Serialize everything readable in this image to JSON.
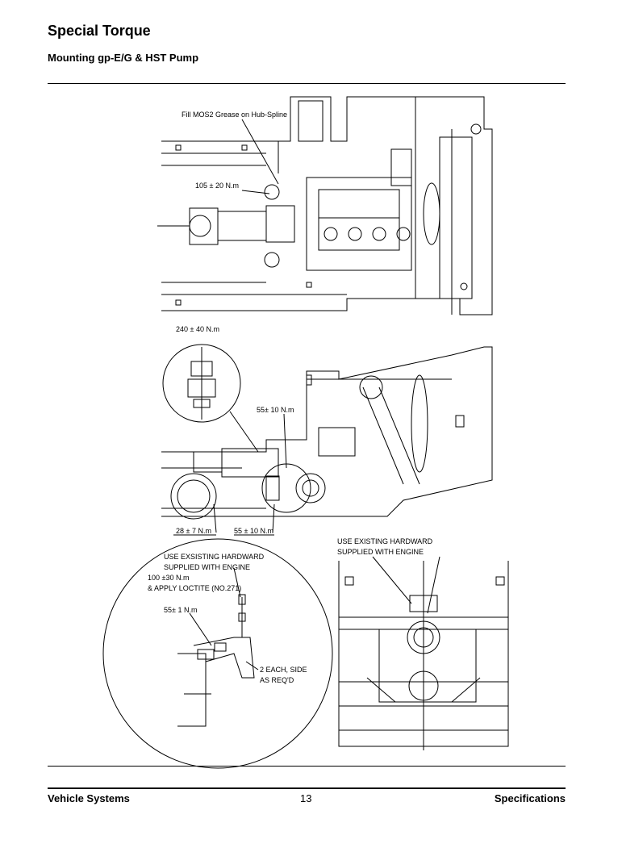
{
  "header": {
    "title": "Special Torque",
    "subtitle": "Mounting gp-E/G & HST Pump"
  },
  "diagram": {
    "callout_grease": "Fill MOS2 Grease on Hub-Spline",
    "callout_top_torque": "105 ± 20 N.m",
    "callout_detail_torque": "240 ± 40 N.m",
    "callout_mid_torque": "55± 10 N.m",
    "callout_28": "28 ± 7 N.m",
    "callout_55_lower": "55 ± 10 N.m",
    "use_existing_line1": "USE EXISTING HARDWARD",
    "use_existing_line2": "SUPPLIED WITH ENGINE",
    "circle_use_line1": "USE EXSISTING HARDWARD",
    "circle_use_line2": "SUPPLIED WITH ENGINE",
    "circle_100_line1": "100 ±30 N.m",
    "circle_100_line2": "& APPLY LOCTITE (NO.271)",
    "circle_55": "55± 1 N.m",
    "circle_2each_line1": "2 EACH, SIDE",
    "circle_2each_line2": "AS REQ'D"
  },
  "footer": {
    "left": "Vehicle Systems",
    "page": "13",
    "right": "Specifications"
  }
}
